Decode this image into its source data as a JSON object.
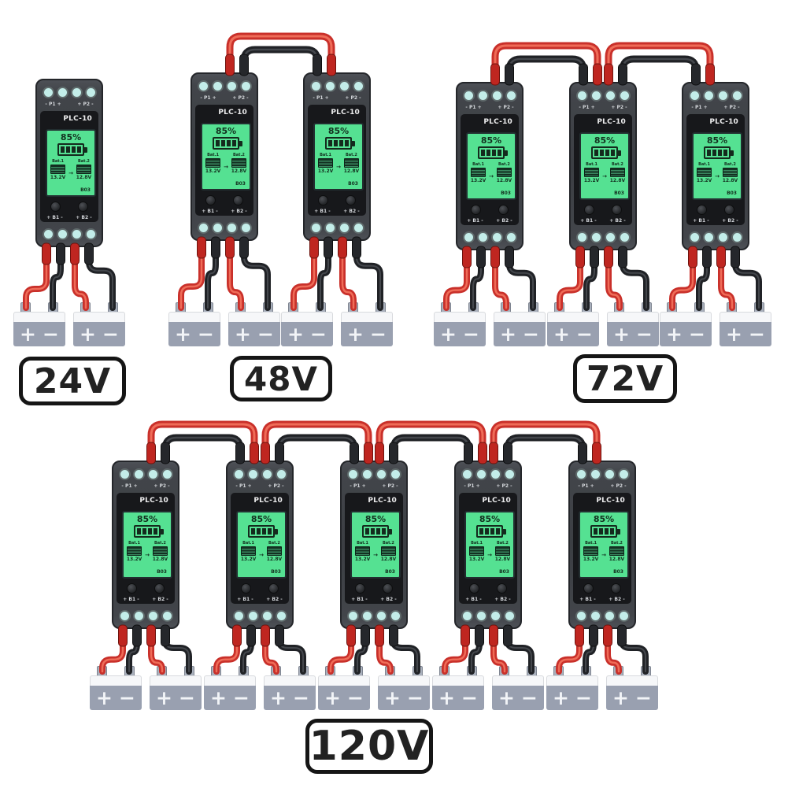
{
  "device": {
    "model": "PLC-10",
    "p1": "- P1 +",
    "p2": "+ P2 -",
    "b1": "+ B1 -",
    "b2": "+ B2 -",
    "screen": {
      "percent": "85%",
      "bat1_label": "Bat.1",
      "bat2_label": "Bat.2",
      "arrow": "→",
      "bat1_voltage": "13.2V",
      "bat2_voltage": "12.8V",
      "node_id": "B03"
    }
  },
  "battery": {
    "plus": "+",
    "minus": "−"
  },
  "groups": [
    {
      "label": "24V",
      "device_count": 1,
      "battery_count": 2
    },
    {
      "label": "48V",
      "device_count": 2,
      "battery_count": 4
    },
    {
      "label": "72V",
      "device_count": 3,
      "battery_count": 6
    },
    {
      "label": "120V",
      "device_count": 5,
      "battery_count": 10
    }
  ],
  "colors": {
    "wire_red": "#c9302a",
    "wire_red_highlight": "#ef6c58",
    "wire_black": "#202226",
    "wire_black_highlight": "#44474c",
    "connector_red": "#bf2620",
    "connector_black": "#25272b",
    "screen_green": "#55e192",
    "port_teal": "#c3ede9",
    "battery_body": "#99a0b0",
    "label_border": "#151515"
  }
}
